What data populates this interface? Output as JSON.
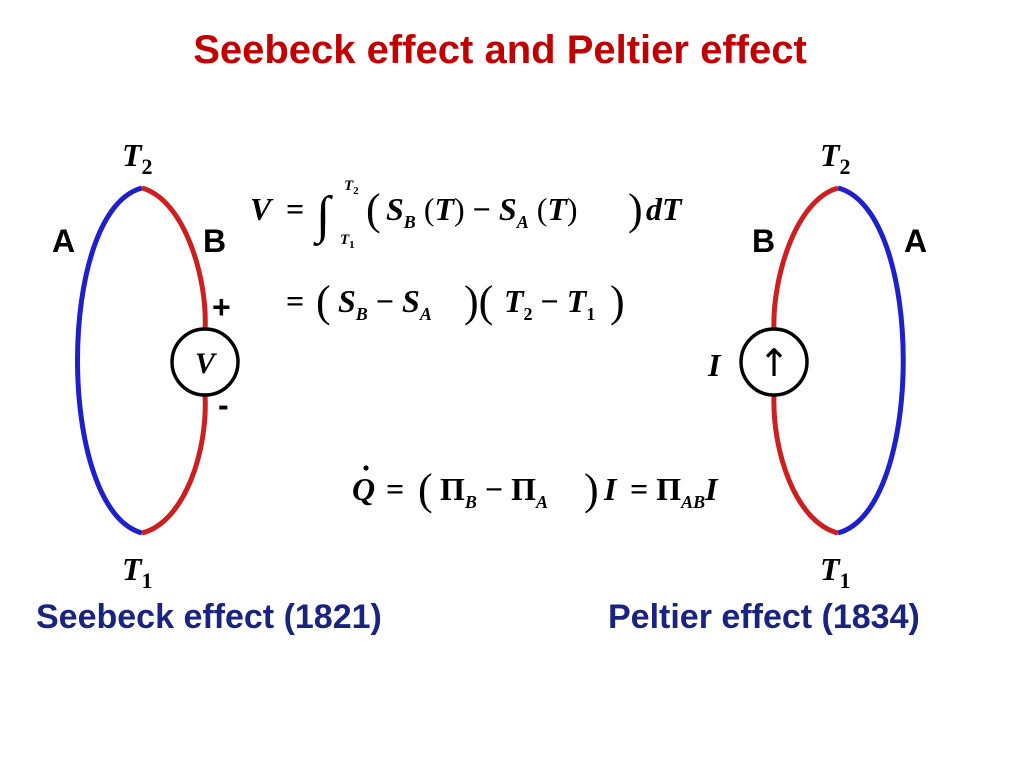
{
  "title": "Seebeck effect and Peltier effect",
  "colors": {
    "title": "#c00000",
    "caption": "#1a237e",
    "conductor_a": "#1f1fcc",
    "conductor_b": "#cc1f1f",
    "ink": "#000000"
  },
  "seebeck": {
    "caption": "Seebeck effect (1821)",
    "top_junction": {
      "symbol": "T",
      "subscript": "2"
    },
    "bottom_junction": {
      "symbol": "T",
      "subscript": "1"
    },
    "label_a": "A",
    "label_b": "B",
    "plus_sign": "+",
    "minus_sign": "-",
    "meter_symbol": "V"
  },
  "peltier": {
    "caption": "Peltier effect (1834)",
    "top_junction": {
      "symbol": "T",
      "subscript": "2"
    },
    "bottom_junction": {
      "symbol": "T",
      "subscript": "1"
    },
    "label_a": "A",
    "label_b": "B",
    "source_label": "I",
    "source_arrow": "↑"
  },
  "equations": {
    "voltage_integral": "V = ∫_{T1}^{T2} ( S_B(T) − S_A(T) ) dT",
    "voltage_simplified": "= ( S_B − S_A )( T_2 − T_1 )",
    "peltier_heat": "Q̇ = ( Π_B − Π_A ) I = Π_AB I"
  }
}
